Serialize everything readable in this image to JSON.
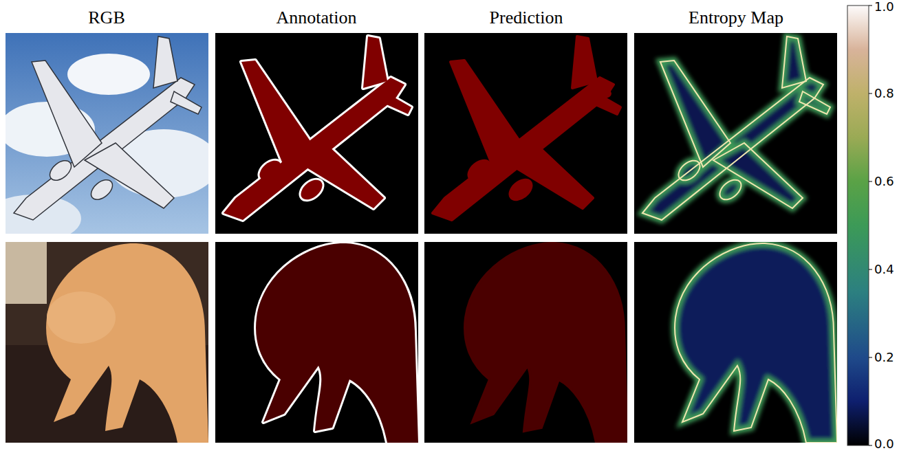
{
  "diagram": {
    "labels": [
      "RGB",
      "Annotation",
      "Prediction",
      "Entropy Map",
      "1.0",
      "0.8",
      "0.6",
      "0.4",
      "0.2",
      "0.0"
    ]
  }
}
